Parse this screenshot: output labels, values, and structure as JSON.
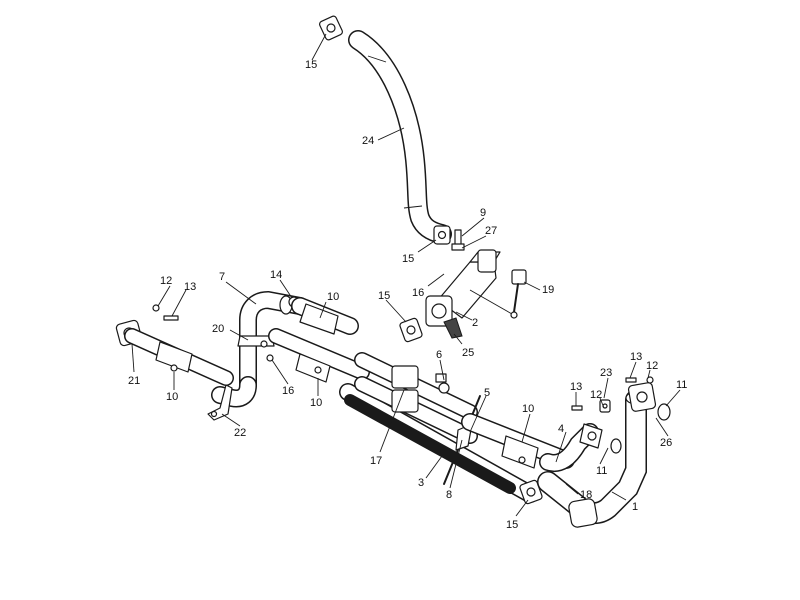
{
  "diagram": {
    "callouts": [
      {
        "id": "c15a",
        "text": "15"
      },
      {
        "id": "c24",
        "text": "24"
      },
      {
        "id": "c9",
        "text": "9"
      },
      {
        "id": "c27",
        "text": "27"
      },
      {
        "id": "c15b",
        "text": "15"
      },
      {
        "id": "c16a",
        "text": "16"
      },
      {
        "id": "c19",
        "text": "19"
      },
      {
        "id": "c15c",
        "text": "15"
      },
      {
        "id": "c2",
        "text": "2"
      },
      {
        "id": "c25",
        "text": "25"
      },
      {
        "id": "c12a",
        "text": "12"
      },
      {
        "id": "c13a",
        "text": "13"
      },
      {
        "id": "c7",
        "text": "7"
      },
      {
        "id": "c14",
        "text": "14"
      },
      {
        "id": "c10a",
        "text": "10"
      },
      {
        "id": "c20",
        "text": "20"
      },
      {
        "id": "c21",
        "text": "21"
      },
      {
        "id": "c10b",
        "text": "10"
      },
      {
        "id": "c16b",
        "text": "16"
      },
      {
        "id": "c10c",
        "text": "10"
      },
      {
        "id": "c22",
        "text": "22"
      },
      {
        "id": "c6",
        "text": "6"
      },
      {
        "id": "c5",
        "text": "5"
      },
      {
        "id": "c17",
        "text": "17"
      },
      {
        "id": "c3",
        "text": "3"
      },
      {
        "id": "c8",
        "text": "8"
      },
      {
        "id": "c10d",
        "text": "10"
      },
      {
        "id": "c4",
        "text": "4"
      },
      {
        "id": "c15d",
        "text": "15"
      },
      {
        "id": "c18",
        "text": "18"
      },
      {
        "id": "c11a",
        "text": "11"
      },
      {
        "id": "c1",
        "text": "1"
      },
      {
        "id": "c13b",
        "text": "13"
      },
      {
        "id": "c12b",
        "text": "12"
      },
      {
        "id": "c23",
        "text": "23"
      },
      {
        "id": "c13c",
        "text": "13"
      },
      {
        "id": "c12c",
        "text": "12"
      },
      {
        "id": "c11b",
        "text": "11"
      },
      {
        "id": "c26",
        "text": "26"
      }
    ]
  }
}
